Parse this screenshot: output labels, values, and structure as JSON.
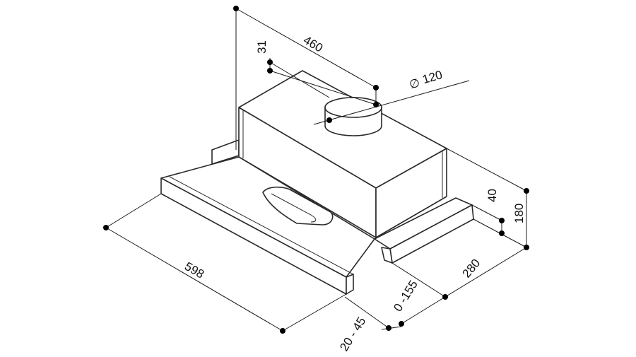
{
  "diagram": {
    "dimensions": {
      "depth_top": "460",
      "duct_offset": "31",
      "duct_diameter": "120",
      "width": "598",
      "front_extension": "20 - 45",
      "slide_travel": "0 -155",
      "bottom_depth": "280",
      "rail_height": "40",
      "total_height": "180"
    },
    "diameter_symbol": "∅"
  }
}
